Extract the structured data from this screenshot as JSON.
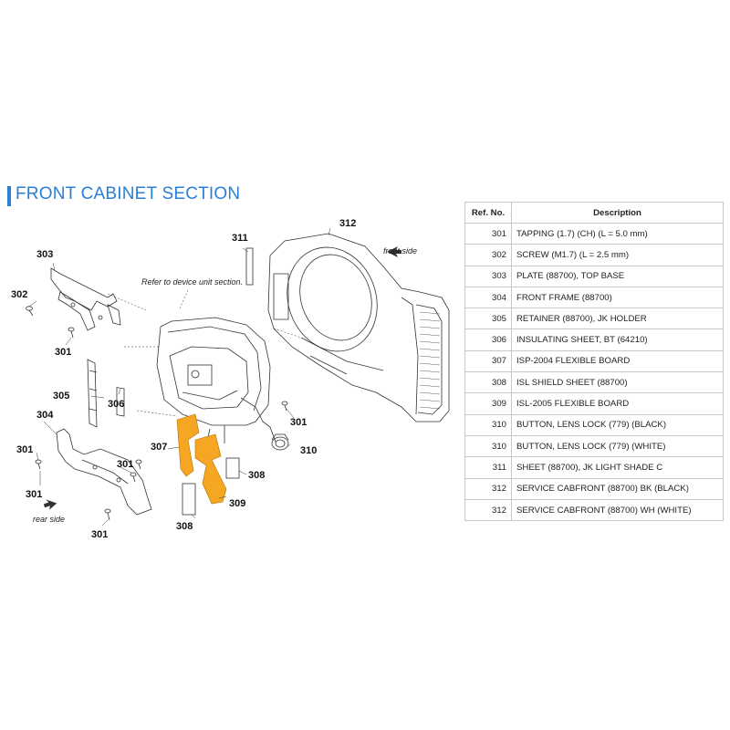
{
  "section_title": "FRONT CABINET SECTION",
  "diagram": {
    "notes": {
      "refer": "Refer to device unit section.",
      "front_side": "front side",
      "rear_side": "rear side"
    },
    "callouts": {
      "c301a": "301",
      "c301b": "301",
      "c301c": "301",
      "c301d": "301",
      "c301e": "301",
      "c301f": "301",
      "c302": "302",
      "c303": "303",
      "c304": "304",
      "c305": "305",
      "c306": "306",
      "c307": "307",
      "c308a": "308",
      "c308b": "308",
      "c309": "309",
      "c310": "310",
      "c311": "311",
      "c312": "312"
    },
    "colors": {
      "flex_board": "#f5a623",
      "line": "#333333"
    }
  },
  "table": {
    "headers": {
      "ref": "Ref. No.",
      "description": "Description"
    },
    "rows": [
      {
        "ref": "301",
        "description": "TAPPING (1.7) (CH) (L = 5.0 mm)"
      },
      {
        "ref": "302",
        "description": "SCREW (M1.7) (L = 2.5 mm)"
      },
      {
        "ref": "303",
        "description": "PLATE (88700), TOP BASE"
      },
      {
        "ref": "304",
        "description": "FRONT FRAME (88700)"
      },
      {
        "ref": "305",
        "description": "RETAINER (88700), JK HOLDER"
      },
      {
        "ref": "306",
        "description": "INSULATING SHEET, BT (64210)"
      },
      {
        "ref": "307",
        "description": "ISP-2004 FLEXIBLE BOARD"
      },
      {
        "ref": "308",
        "description": "ISL SHIELD SHEET (88700)"
      },
      {
        "ref": "309",
        "description": "ISL-2005 FLEXIBLE BOARD"
      },
      {
        "ref": "310",
        "description": "BUTTON, LENS LOCK (779) (BLACK)"
      },
      {
        "ref": "310",
        "description": "BUTTON, LENS LOCK (779) (WHITE)"
      },
      {
        "ref": "311",
        "description": "SHEET (88700), JK LIGHT SHADE C"
      },
      {
        "ref": "312",
        "description": "SERVICE CABFRONT (88700) BK (BLACK)"
      },
      {
        "ref": "312",
        "description": "SERVICE CABFRONT (88700) WH (WHITE)"
      }
    ]
  }
}
